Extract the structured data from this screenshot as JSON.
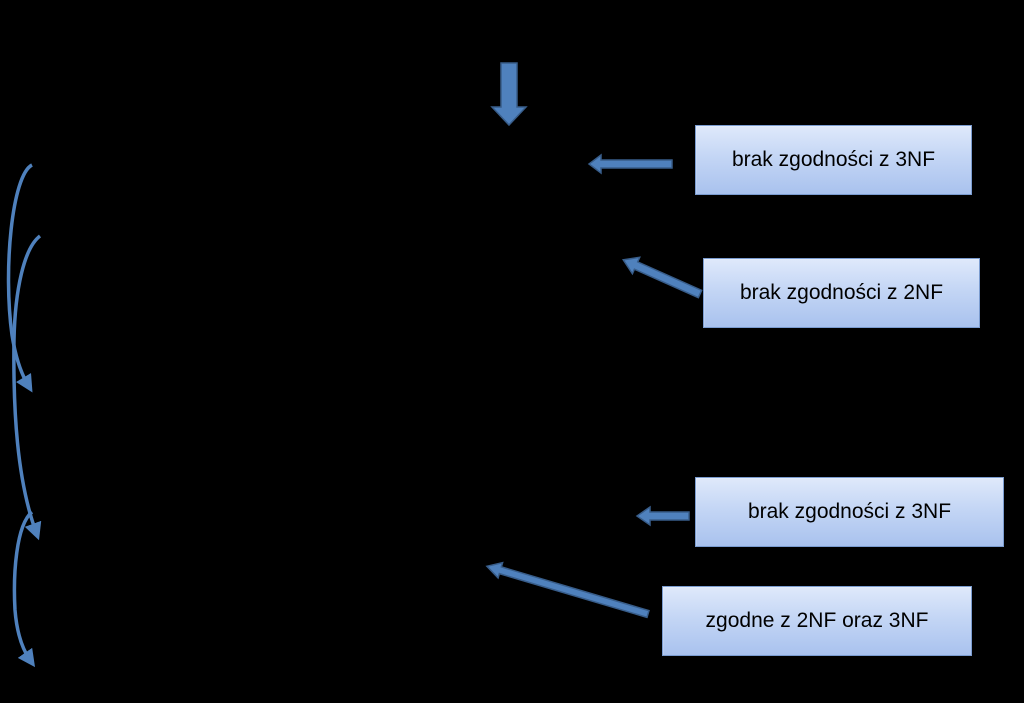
{
  "colors": {
    "background": "#000000",
    "arrow_fill": "#4f81bd",
    "arrow_stroke": "#385d8a",
    "box_top": "#dfe9fb",
    "box_bottom": "#a9c2ee",
    "box_border": "#7b9cd0",
    "text": "#000000"
  },
  "labels": [
    {
      "text": "brak zgodności z 3NF"
    },
    {
      "text": "brak zgodności z 2NF"
    },
    {
      "text": "brak zgodności z 3NF"
    },
    {
      "text": "zgodne z 2NF oraz 3NF"
    }
  ]
}
